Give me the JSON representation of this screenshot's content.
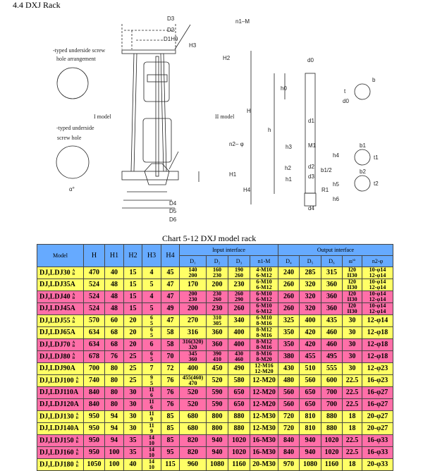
{
  "title": "4.4 DXJ Rack",
  "drawing": {
    "D3": "D3",
    "D2": "D2",
    "D1H9": "D1H9",
    "n1M": "n1–M",
    "H3": "H3",
    "H2": "H2",
    "H": "H",
    "H1": "H1",
    "H4": "H4",
    "n2": "n2– φ",
    "D4": "D4",
    "D5": "D5",
    "D6": "D6",
    "model1": "I model",
    "model2": "II model",
    "hole1a": "-typed underside screw",
    "hole1b": "hole arrangement",
    "hole2a": "-typed underside",
    "hole2b": "screw hole",
    "alpha": "α°",
    "shaft": {
      "d0": "d0",
      "h0": "h0",
      "h": "h",
      "d1": "d1",
      "M1": "M1",
      "h3": "h3",
      "h2": "h2",
      "h1": "h1",
      "d2": "d2",
      "d3": "d3",
      "d4": "d4",
      "h4": "h4",
      "b12": "b1/2",
      "h5": "h5",
      "h6": "h6",
      "R1": "R1",
      "b": "b",
      "t": "t",
      "b1": "b1",
      "t1": "t1",
      "b2": "b2",
      "t2": "t2"
    }
  },
  "chart_title": "Chart 5-12 DXJ model rack",
  "headers": {
    "model": "Model",
    "H": "H",
    "H1": "H1",
    "H2": "H2",
    "H3": "H3",
    "H4": "H4",
    "input": "Input interface",
    "output": "Output interface",
    "D1": "D₁",
    "D2": "D₂",
    "D3": "D₃",
    "n1M": "n1-M",
    "D4": "D₄",
    "D5": "D₅",
    "D6": "D₆",
    "alpha": "α/°",
    "n2": "n2-φ"
  },
  "rows": [
    {
      "model": "DJ,LDJ30",
      "ab": "A\nB",
      "c": "y",
      "v": [
        "470",
        "40",
        "15",
        "4",
        "45",
        "140\n200",
        "160\n230",
        "190\n260",
        "4-M10\n6-M12",
        "240",
        "285",
        "315",
        "I20\nII30",
        "10-φ14\n12-φ14"
      ]
    },
    {
      "model": "DJ,LDJ35A",
      "ab": "",
      "c": "y",
      "v": [
        "524",
        "48",
        "15",
        "5",
        "47",
        "170",
        "200",
        "230",
        "6-M10\n6-M12",
        "260",
        "320",
        "360",
        "I20\nII30",
        "10-φ14\n12-φ14"
      ]
    },
    {
      "model": "DJ,LDJ40",
      "ab": "A\nB",
      "c": "p",
      "v": [
        "524",
        "48",
        "15",
        "4",
        "47",
        "200\n230",
        "230\n260",
        "260\n290",
        "6-M10\n6-M12",
        "260",
        "320",
        "360",
        "I20\nII30",
        "10-φ14\n12-φ14"
      ]
    },
    {
      "model": "DJ,LDJ45A",
      "ab": "",
      "c": "p",
      "v": [
        "524",
        "48",
        "15",
        "5",
        "49",
        "200",
        "230",
        "260",
        "6-M10\n6-M12",
        "260",
        "320",
        "360",
        "I20\nII30",
        "10-φ14\n12-φ14"
      ]
    },
    {
      "model": "DJ,LDJ55",
      "ab": "A\nB",
      "c": "y",
      "v": [
        "570",
        "60",
        "20",
        "6\n5",
        "47",
        "270",
        "310\n305",
        "340",
        "6-M10\n8-M16",
        "325",
        "400",
        "435",
        "30",
        "12-φ14"
      ]
    },
    {
      "model": "DJ,LDJ65A",
      "ab": "",
      "c": "y",
      "v": [
        "634",
        "68",
        "20",
        "6\n5",
        "58",
        "316",
        "360",
        "400",
        "8-M12\n8-M16",
        "350",
        "420",
        "460",
        "30",
        "12-φ18"
      ]
    },
    {
      "model": "DJ,LDJ70",
      "ab": "A\nB",
      "c": "p",
      "v": [
        "634",
        "68",
        "20",
        "6",
        "58",
        "316(320)\n320",
        "360",
        "400",
        "8-M12\n8-M16",
        "350",
        "420",
        "460",
        "30",
        "12-φ18"
      ]
    },
    {
      "model": "DJ,LDJ80",
      "ab": "A\nB",
      "c": "p",
      "v": [
        "678",
        "76",
        "25",
        "6\n5",
        "70",
        "345\n360",
        "390\n410",
        "430\n460",
        "8-M16\n8-M20",
        "380",
        "455",
        "495",
        "30",
        "12-φ18"
      ]
    },
    {
      "model": "DJ,LDJ90A",
      "ab": "",
      "c": "y",
      "v": [
        "700",
        "80",
        "25",
        "7",
        "72",
        "400",
        "450",
        "490",
        "12-M16\n12-M20",
        "430",
        "510",
        "555",
        "30",
        "12-φ23"
      ]
    },
    {
      "model": "DJ,LDJ100",
      "ab": "A\nB",
      "c": "y",
      "v": [
        "740",
        "80",
        "25",
        "9\n5",
        "76",
        "455(460)\n470",
        "520",
        "580",
        "12-M20",
        "480",
        "560",
        "600",
        "22.5",
        "16-φ23"
      ]
    },
    {
      "model": "DJ,LDJ110A",
      "ab": "",
      "c": "p",
      "v": [
        "840",
        "80",
        "30",
        "11\n6",
        "76",
        "520",
        "590",
        "650",
        "12-M20",
        "560",
        "650",
        "700",
        "22.5",
        "16-φ27"
      ]
    },
    {
      "model": "DJ,LDJ120A",
      "ab": "",
      "c": "p",
      "v": [
        "840",
        "80",
        "30",
        "11\n6",
        "76",
        "520",
        "590",
        "650",
        "12-M20",
        "560",
        "650",
        "700",
        "22.5",
        "16-φ27"
      ]
    },
    {
      "model": "DJ,LDJ130",
      "ab": "A\nB",
      "c": "y",
      "v": [
        "950",
        "94",
        "30",
        "11\n9",
        "85",
        "680",
        "800",
        "880",
        "12-M30",
        "720",
        "810",
        "880",
        "18",
        "20-φ27"
      ]
    },
    {
      "model": "DJ,LDJ140A",
      "ab": "",
      "c": "y",
      "v": [
        "950",
        "94",
        "30",
        "11\n9",
        "85",
        "680",
        "800",
        "880",
        "12-M30",
        "720",
        "810",
        "880",
        "18",
        "20-φ27"
      ]
    },
    {
      "model": "DJ,LDJ150",
      "ab": "A\nB",
      "c": "p",
      "v": [
        "950",
        "94",
        "35",
        "14\n10",
        "85",
        "820",
        "940",
        "1020",
        "16-M30",
        "840",
        "940",
        "1020",
        "22.5",
        "16-φ33"
      ]
    },
    {
      "model": "DJ,LDJ160",
      "ab": "A\nB",
      "c": "p",
      "v": [
        "950",
        "100",
        "35",
        "14\n10",
        "95",
        "820",
        "940",
        "1020",
        "16-M30",
        "840",
        "940",
        "1020",
        "22.5",
        "16-φ33"
      ]
    },
    {
      "model": "DJ,LDJ180",
      "ab": "A\nB",
      "c": "y",
      "v": [
        "1050",
        "100",
        "40",
        "14\n10",
        "115",
        "960",
        "1080",
        "1160",
        "20-M30",
        "970",
        "1080",
        "1160",
        "18",
        "20-φ33"
      ]
    }
  ]
}
